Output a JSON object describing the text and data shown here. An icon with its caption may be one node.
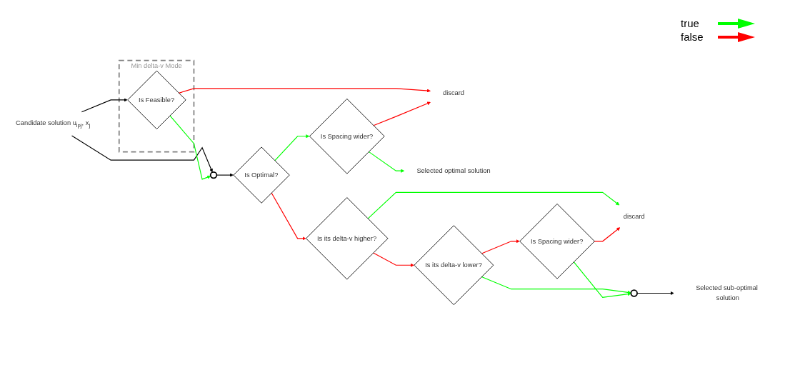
{
  "diagram": {
    "nodes": [
      {
        "text": [
          "Candidate solution u$_{ipj}$, x$_{j}$"
        ]
      },
      {
        "text": [
          "Min delta-v Mode"
        ]
      },
      {
        "text": [
          "Is Feasible?"
        ],
        "in": 1
      },
      {
        "text": [],
        "shape": "circle"
      },
      {
        "text": [
          "Is Optimal?"
        ]
      },
      {
        "text": [
          "Is its delta-v higher?"
        ]
      },
      {
        "text": [
          "discard"
        ]
      },
      {
        "text": [
          "discard"
        ]
      },
      {
        "text": [
          "Is Spacing wider?"
        ]
      },
      {
        "text": [
          "Selected optimal solution"
        ]
      },
      {
        "text": [
          "Is its delta-v lower?"
        ]
      },
      {
        "text": [
          "Is Spacing wider?"
        ]
      },
      {
        "text": [],
        "shape": "circle"
      },
      {
        "text": [
          "Selected sub-optimal solution"
        ]
      }
    ],
    "edges": [
      {
        "from": 0,
        "to": 2,
        "arrow": "to",
        "color": "#000000"
      },
      {
        "from": 0,
        "to": 3,
        "arrow": "to",
        "color": "#000000"
      },
      {
        "from": 2,
        "to": 3,
        "arrow": "to",
        "color": "#00ff00"
      },
      {
        "from": 3,
        "to": 4,
        "arrow": "to",
        "color": "#000000"
      },
      {
        "from": 4,
        "to": 5,
        "arrow": "to",
        "color": "#ff0000"
      },
      {
        "from": 5,
        "to": 6,
        "arrow": "to",
        "color": "#00ff00"
      },
      {
        "from": 4,
        "to": 8,
        "arrow": "to",
        "color": "#00ff00"
      },
      {
        "from": 2,
        "to": 7,
        "arrow": "to",
        "color": "#ff0000"
      },
      {
        "from": 8,
        "to": 7,
        "arrow": "to",
        "color": "#ff0000"
      },
      {
        "from": 8,
        "to": 9,
        "arrow": "to",
        "color": "#00ff00"
      },
      {
        "from": 5,
        "to": 10,
        "arrow": "to",
        "color": "#ff0000"
      },
      {
        "from": 10,
        "to": 11,
        "arrow": "to",
        "color": "#ff0000"
      },
      {
        "from": 11,
        "to": 6,
        "arrow": "to",
        "color": "#ff0000"
      },
      {
        "from": 10,
        "to": 12,
        "arrow": "to",
        "color": "#00ff00"
      },
      {
        "from": 11,
        "to": 12,
        "arrow": "to",
        "color": "#00ff00"
      },
      {
        "from": 12,
        "to": 13,
        "arrow": "to",
        "color": "#000000"
      }
    ],
    "legend": [
      {
        "text": "true",
        "color": "#00ff00"
      },
      {
        "text": "false",
        "color": "#ff0000"
      }
    ]
  }
}
